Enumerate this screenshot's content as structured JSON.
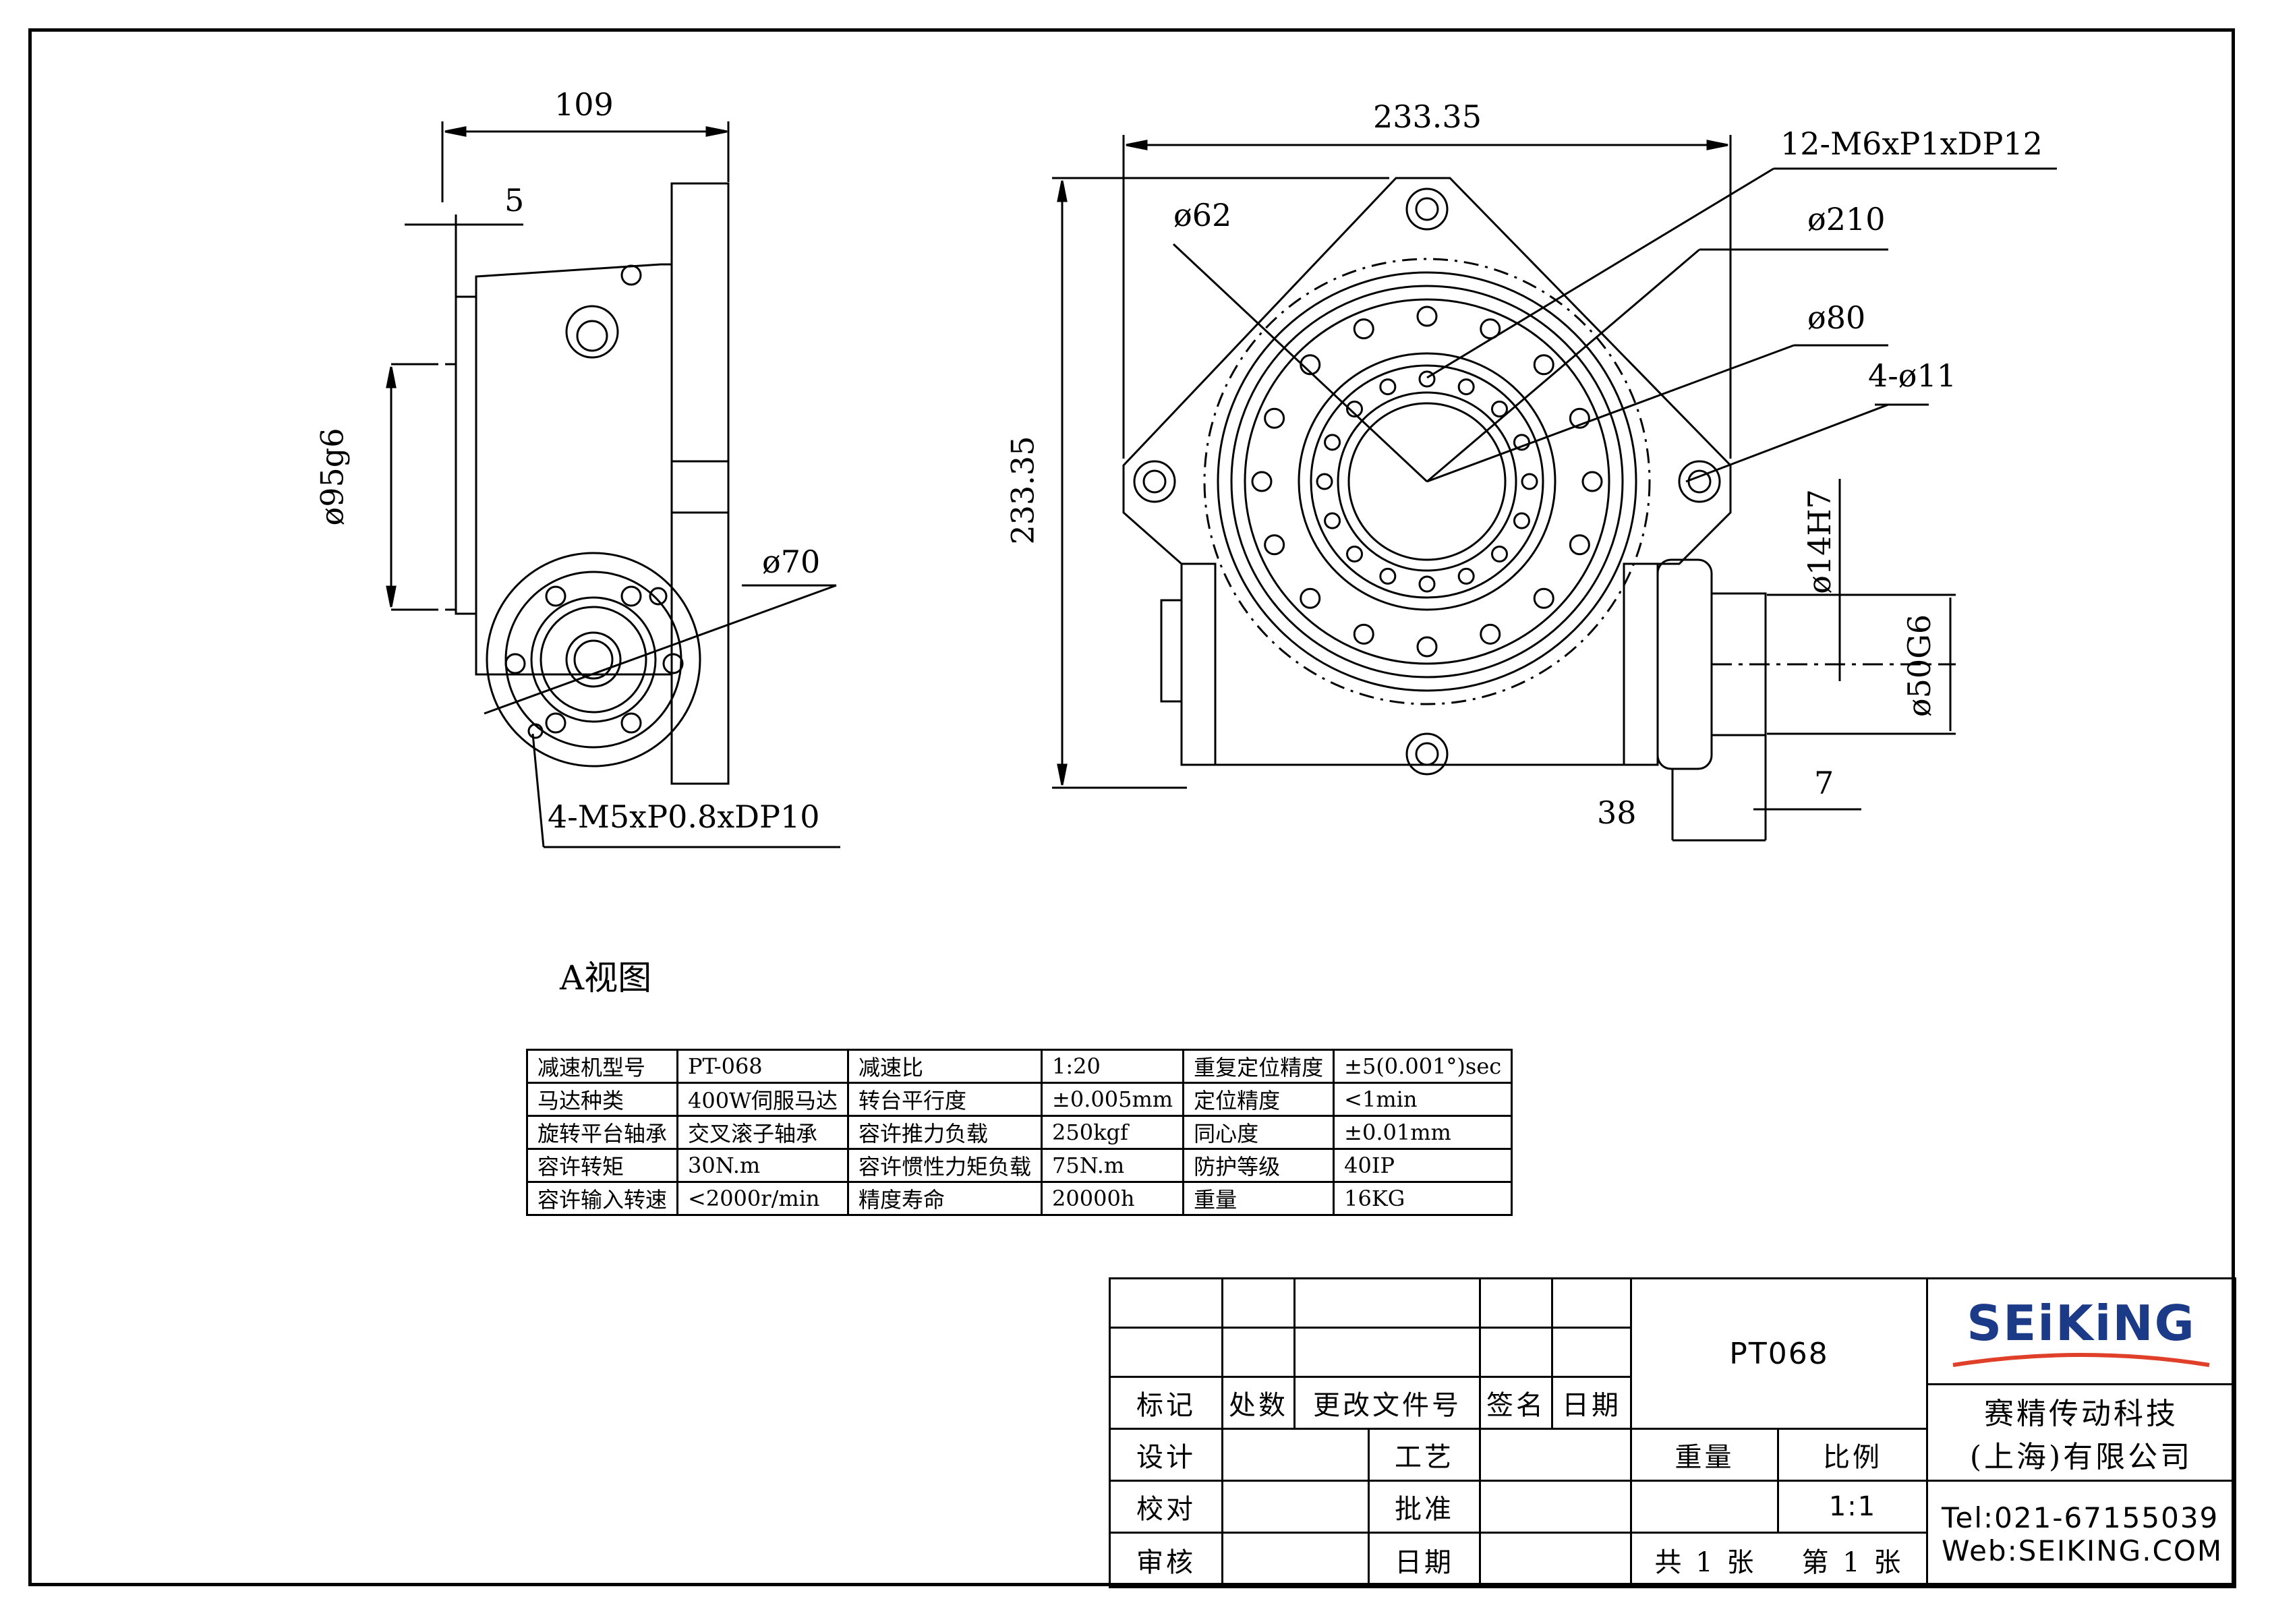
{
  "view_title": "A视图",
  "dimensions": {
    "side_width": "109",
    "side_offset": "5",
    "side_pilot": "ø95g6",
    "input_flange": "ø70",
    "input_threads": "4-M5xP0.8xDP10",
    "front_width": "233.35",
    "front_height": "233.35",
    "top_threads": "12-M6xP1xDP12",
    "bore": "ø62",
    "outer_dia": "ø210",
    "inner_dia": "ø80",
    "mount_holes": "4-ø11",
    "shaft_bore": "ø14H7",
    "shaft_pilot": "ø50G6",
    "shaft_len": "38",
    "shaft_step": "7"
  },
  "spec_table": {
    "rows": [
      [
        "减速机型号",
        "PT-068",
        "减速比",
        "1:20",
        "重复定位精度",
        "±5(0.001°)sec"
      ],
      [
        "马达种类",
        "400W伺服马达",
        "转台平行度",
        "±0.005mm",
        "定位精度",
        "<1min"
      ],
      [
        "旋转平台轴承",
        "交叉滚子轴承",
        "容许推力负载",
        "250kgf",
        "同心度",
        "±0.01mm"
      ],
      [
        "容许转矩",
        "30N.m",
        "容许惯性力矩负载",
        "75N.m",
        "防护等级",
        "40IP"
      ],
      [
        "容许输入转速",
        "<2000r/min",
        "精度寿命",
        "20000h",
        "重量",
        "16KG"
      ]
    ]
  },
  "title_block": {
    "part_no": "PT068",
    "mark": "标记",
    "count": "处数",
    "change_doc": "更改文件号",
    "sign": "签名",
    "date": "日期",
    "design": "设计",
    "process": "工艺",
    "check": "校对",
    "approve": "批准",
    "review": "审核",
    "date2": "日期",
    "weight": "重量",
    "scale_label": "比例",
    "scale": "1:1",
    "sheets": "共 1 张",
    "sheet": "第 1 张",
    "logo": "SEiKiNG",
    "company_1": "赛精传动科技",
    "company_2": "(上海)有限公司",
    "tel": "Tel:021-67155039",
    "web": "Web:SEIKING.COM"
  },
  "colors": {
    "logo_blue": "#1b3a87",
    "logo_swoosh": "#e0402a"
  }
}
